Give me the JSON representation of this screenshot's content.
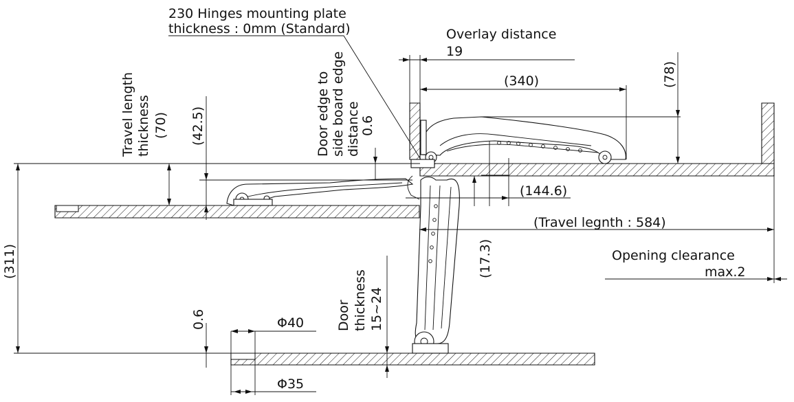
{
  "labels": {
    "plate_line1": "230 Hinges mounting plate",
    "plate_line2": "thickness : 0mm (Standard)",
    "overlay_title": "Overlay distance",
    "overlay_value": "19",
    "dim_340": "(340)",
    "dim_78": "(78)",
    "travel_thickness_1": "Travel length",
    "travel_thickness_2": "thickness",
    "dim_70": "(70)",
    "dim_42_5": "(42.5)",
    "door_edge_1": "Door edge to",
    "door_edge_2": "side board edge",
    "door_edge_3": "distance",
    "dim_0_6_top": "0.6",
    "dim_144_6": "(144.6)",
    "travel_length": "(Travel legnth : 584)",
    "opening_1": "Opening clearance",
    "opening_2": "max.2",
    "dim_17_3": "(17.3)",
    "dim_311": "(311)",
    "door_thk_1": "Door",
    "door_thk_2": "thickness",
    "door_thk_3": "15~24",
    "dim_0_6_bottom": "0.6",
    "phi_40": "Φ40",
    "phi_35": "Φ35"
  },
  "colors": {
    "line": "#111111",
    "background": "#ffffff"
  }
}
